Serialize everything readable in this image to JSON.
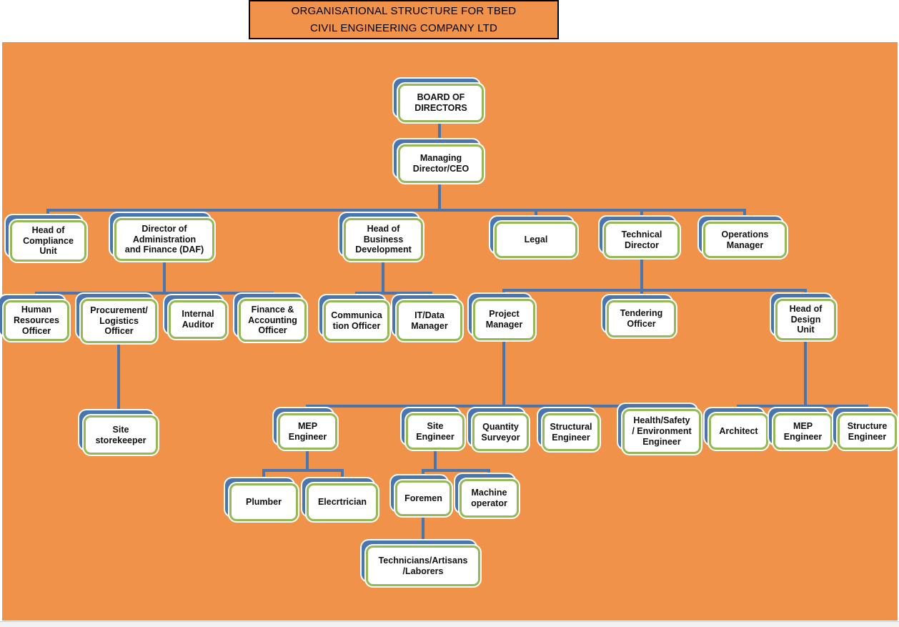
{
  "title": {
    "text": "ORGANISATIONAL STRUCTURE FOR TBED\nCIVIL ENGINEERING COMPANY LTD"
  },
  "colors": {
    "canvas_orange": "#F09249",
    "box_border_green": "#95B959",
    "connector_blue": "#4B75AD",
    "box_fill": "#FFFFFF",
    "text_color": "#111111"
  },
  "nodes": [
    {
      "id": "board-of-directors",
      "label": "BOARD OF\nDIRECTORS",
      "parent": null
    },
    {
      "id": "managing-director-ceo",
      "label": "Managing\nDirector/CEO",
      "parent": "board-of-directors"
    },
    {
      "id": "head-of-compliance-unit",
      "label": "Head of\nCompliance\nUnit",
      "parent": "managing-director-ceo"
    },
    {
      "id": "director-admin-finance",
      "label": "Director of\nAdministration\nand Finance (DAF)",
      "parent": "managing-director-ceo"
    },
    {
      "id": "head-of-business-development",
      "label": "Head of\nBusiness\nDevelopment",
      "parent": "managing-director-ceo"
    },
    {
      "id": "legal",
      "label": "Legal",
      "parent": "managing-director-ceo"
    },
    {
      "id": "technical-director",
      "label": "Technical\nDirector",
      "parent": "managing-director-ceo"
    },
    {
      "id": "operations-manager",
      "label": "Operations\nManager",
      "parent": "managing-director-ceo"
    },
    {
      "id": "human-resources-officer",
      "label": "Human\nResources\nOfficer",
      "parent": "director-admin-finance"
    },
    {
      "id": "procurement-logistics-officer",
      "label": "Procurement/\nLogistics\nOfficer",
      "parent": "director-admin-finance"
    },
    {
      "id": "internal-auditor",
      "label": "Internal\nAuditor",
      "parent": "director-admin-finance"
    },
    {
      "id": "finance-accounting-officer",
      "label": "Finance &\nAccounting\nOfficer",
      "parent": "director-admin-finance"
    },
    {
      "id": "communication-officer",
      "label": "Communica\ntion Officer",
      "parent": "head-of-business-development"
    },
    {
      "id": "it-data-manager",
      "label": "IT/Data\nManager",
      "parent": "head-of-business-development"
    },
    {
      "id": "project-manager",
      "label": "Project\nManager",
      "parent": "technical-director"
    },
    {
      "id": "tendering-officer",
      "label": "Tendering\nOfficer",
      "parent": "technical-director"
    },
    {
      "id": "head-of-design-unit",
      "label": "Head of\nDesign\nUnit",
      "parent": "technical-director"
    },
    {
      "id": "site-storekeeper",
      "label": "Site\nstorekeeper",
      "parent": "procurement-logistics-officer"
    },
    {
      "id": "mep-engineer",
      "label": "MEP\nEngineer",
      "parent": "project-manager"
    },
    {
      "id": "site-engineer",
      "label": "Site\nEngineer",
      "parent": "project-manager"
    },
    {
      "id": "quantity-surveyor",
      "label": "Quantity\nSurveyor",
      "parent": "project-manager"
    },
    {
      "id": "structural-engineer",
      "label": "Structural\nEngineer",
      "parent": "project-manager"
    },
    {
      "id": "health-safety-environment-engineer",
      "label": "Health/Safety\n/ Environment\nEngineer",
      "parent": "project-manager"
    },
    {
      "id": "architect",
      "label": "Architect",
      "parent": "head-of-design-unit"
    },
    {
      "id": "mep-engineer-design",
      "label": "MEP\nEngineer",
      "parent": "head-of-design-unit"
    },
    {
      "id": "structure-engineer",
      "label": "Structure\nEngineer",
      "parent": "head-of-design-unit"
    },
    {
      "id": "plumber",
      "label": "Plumber",
      "parent": "mep-engineer"
    },
    {
      "id": "electrician",
      "label": "Elecrtrician",
      "parent": "mep-engineer"
    },
    {
      "id": "foremen",
      "label": "Foremen",
      "parent": "site-engineer"
    },
    {
      "id": "machine-operator",
      "label": "Machine\noperator",
      "parent": "site-engineer"
    },
    {
      "id": "technicians-artisans-laborers",
      "label": "Technicians/Artisans\n/Laborers",
      "parent": "foremen"
    }
  ]
}
